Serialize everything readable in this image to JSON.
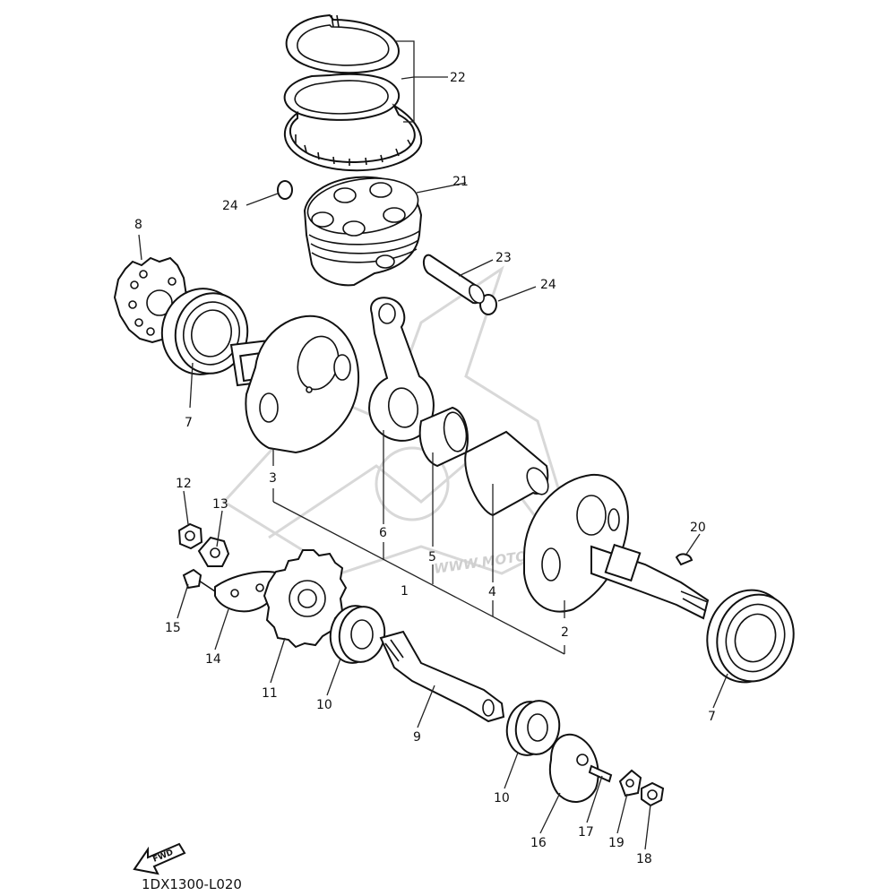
{
  "diagram_code": "1DX1300-L020",
  "fwd_label": "FWD",
  "watermark_text": "WWW.MOTOGO-PRO.FR",
  "callouts": {
    "c1": "1",
    "c2": "2",
    "c3": "3",
    "c4": "4",
    "c5": "5",
    "c6": "6",
    "c7a": "7",
    "c7b": "7",
    "c8": "8",
    "c9": "9",
    "c10a": "10",
    "c10b": "10",
    "c11": "11",
    "c12": "12",
    "c13": "13",
    "c14": "14",
    "c15": "15",
    "c16": "16",
    "c17": "17",
    "c18": "18",
    "c19": "19",
    "c20": "20",
    "c21": "21",
    "c22": "22",
    "c23": "23",
    "c24a": "24",
    "c24b": "24"
  }
}
